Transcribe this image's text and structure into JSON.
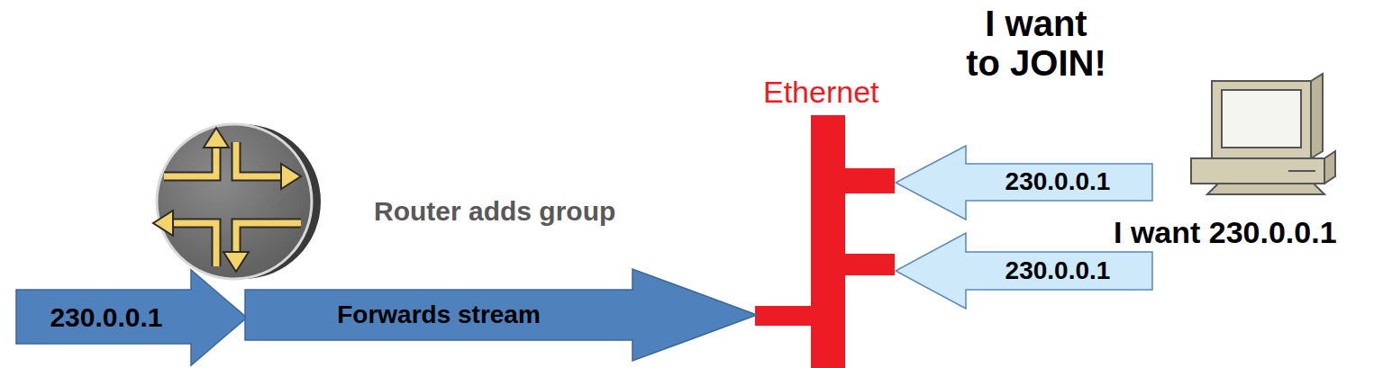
{
  "diagram": {
    "nodes": [
      {
        "text": [
          "230.0.0.1"
        ]
      },
      {
        "text": [
          "Forwards stream"
        ]
      },
      {
        "text": [
          "230.0.0.1"
        ]
      },
      {
        "text": [
          "230.0.0.1"
        ]
      }
    ],
    "labels": [
      "I want to JOIN!",
      "Ethernet",
      "Router adds group",
      "I want 230.0.0.1"
    ]
  }
}
